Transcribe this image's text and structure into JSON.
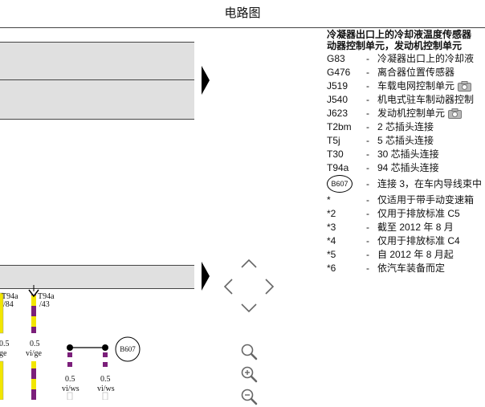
{
  "page": {
    "title": "电路图"
  },
  "legend": {
    "title_line1": "冷凝器出口上的冷却液温度传感器",
    "title_line2": "动器控制单元，发动机控制单元",
    "items": [
      {
        "code": "G83",
        "desc": "冷凝器出口上的冷却液"
      },
      {
        "code": "G476",
        "desc": "离合器位置传感器"
      },
      {
        "code": "J519",
        "desc": "车载电网控制单元",
        "camera": true
      },
      {
        "code": "J540",
        "desc": "机电式驻车制动器控制"
      },
      {
        "code": "J623",
        "desc": "发动机控制单元",
        "camera": true
      },
      {
        "code": "T2bm",
        "desc": "2 芯插头连接"
      },
      {
        "code": "T5j",
        "desc": "5 芯插头连接"
      },
      {
        "code": "T30",
        "desc": "30 芯插头连接"
      },
      {
        "code": "T94a",
        "desc": "94 芯插头连接"
      },
      {
        "code": "B607",
        "desc": "连接 3，在车内导线束中",
        "badge": true
      },
      {
        "code": "*",
        "desc": "仅适用于带手动变速箱"
      },
      {
        "code": "*2",
        "desc": "仅用于排放标准 C5"
      },
      {
        "code": "*3",
        "desc": "截至 2012 年 8 月"
      },
      {
        "code": "*4",
        "desc": "仅用于排放标准 C4"
      },
      {
        "code": "*5",
        "desc": "自 2012 年 8 月起"
      },
      {
        "code": "*6",
        "desc": "依汽车装备而定"
      }
    ],
    "dash": "-"
  },
  "diagram": {
    "connector_left": {
      "name": "T94a",
      "pin": "/84"
    },
    "connector_mid": {
      "name": "T94a",
      "pin": "/43"
    },
    "wire_left": {
      "gauge": "0.5",
      "color": "ge"
    },
    "wire_mid": {
      "gauge": "0.5",
      "color": "vi/ge"
    },
    "wire_b1": {
      "gauge": "0.5",
      "color": "vi/ws"
    },
    "wire_b2": {
      "gauge": "0.5",
      "color": "vi/ws"
    },
    "splice": "B607",
    "colors": {
      "violet": "#7b1f7a",
      "yellow": "#f2e600",
      "white": "#ffffff"
    }
  },
  "controls": {
    "up": "chevron-up-icon",
    "down": "chevron-down-icon",
    "left": "chevron-left-icon",
    "right": "chevron-right-icon",
    "zoom_reset": "magnifier-icon",
    "zoom_in": "zoom-in-icon",
    "zoom_out": "zoom-out-icon"
  }
}
